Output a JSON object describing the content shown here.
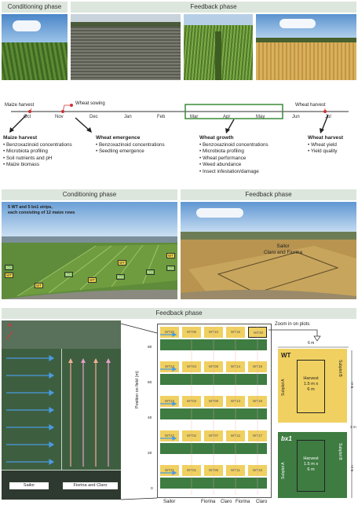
{
  "top": {
    "conditioning_phase": "Conditioning phase",
    "feedback_phase": "Feedback phase"
  },
  "timeline": {
    "months": [
      "Oct",
      "Nov",
      "Dec",
      "Jan",
      "Feb",
      "Mar",
      "Apr",
      "May",
      "Jun",
      "Jul"
    ],
    "events": {
      "maize_harvest": "Maize harvest",
      "wheat_sowing": "Wheat sowing",
      "wheat_harvest": "Wheat harvest"
    }
  },
  "lists": [
    {
      "title": "Maize harvest",
      "items": [
        "Benzoxazinoid concentrations",
        "Microbiota profiling",
        "Soil nutrients and pH",
        "Maize biomass"
      ]
    },
    {
      "title": "Wheat emergence",
      "items": [
        "Benzoxazinoid concentrations",
        "Seedling emergence"
      ]
    },
    {
      "title": "Wheat growth",
      "items": [
        "Benzoxazinoid concentrations",
        "Microbiota profiling",
        "Wheat performance",
        "Weed abundance",
        "Insect infestation/damage"
      ]
    },
    {
      "title": "Wheat harvest",
      "items": [
        "Wheat yield",
        "Yield quality"
      ]
    }
  ],
  "middle": {
    "conditioning_phase": "Conditioning phase",
    "feedback_phase": "Feedback phase",
    "strip_note_1": "5 WT and 5 bx1 strips,",
    "strip_note_2": "each consisting of 12 maize rows",
    "tag_wt": "WT",
    "tag_bx": "bx1",
    "field_label_1": "Sailor",
    "field_label_2": "Claro and Fiorina"
  },
  "bottom": {
    "feedback_phase": "Feedback phase",
    "north": "N",
    "sailor": "Sailor",
    "fiorina_claro": "Fiorina and Claro",
    "zoom_label": "Zoom in on plots",
    "y_axis_label": "Position on field (m)",
    "y_ticks": [
      "80",
      "60",
      "40",
      "20",
      "0"
    ],
    "x_labels": [
      "Sailor",
      "Fiorina",
      "Claro",
      "Fiorina",
      "Claro"
    ],
    "plot_rows": [
      [
        "WT25",
        "WT05",
        "WT10",
        "WT15",
        "WT20"
      ],
      [
        "WT24",
        "WT04",
        "WT09",
        "WT14",
        "WT19"
      ],
      [
        "WT23",
        "WT03",
        "WT08",
        "WT13",
        "WT18"
      ],
      [
        "WT22",
        "WT02",
        "WT07",
        "WT12",
        "WT17"
      ],
      [
        "WT21",
        "WT01",
        "WT06",
        "WT11",
        "WT16"
      ]
    ],
    "detail": {
      "width": "6 m",
      "wt": "WT",
      "bx": "bx1",
      "subplot_a": "Subplot A",
      "subplot_b": "Subplot B",
      "harvest_1": "Harvest",
      "harvest_2": "1.5 m x",
      "harvest_3": "6 m",
      "height": "6 m",
      "gap": "3 m"
    }
  }
}
